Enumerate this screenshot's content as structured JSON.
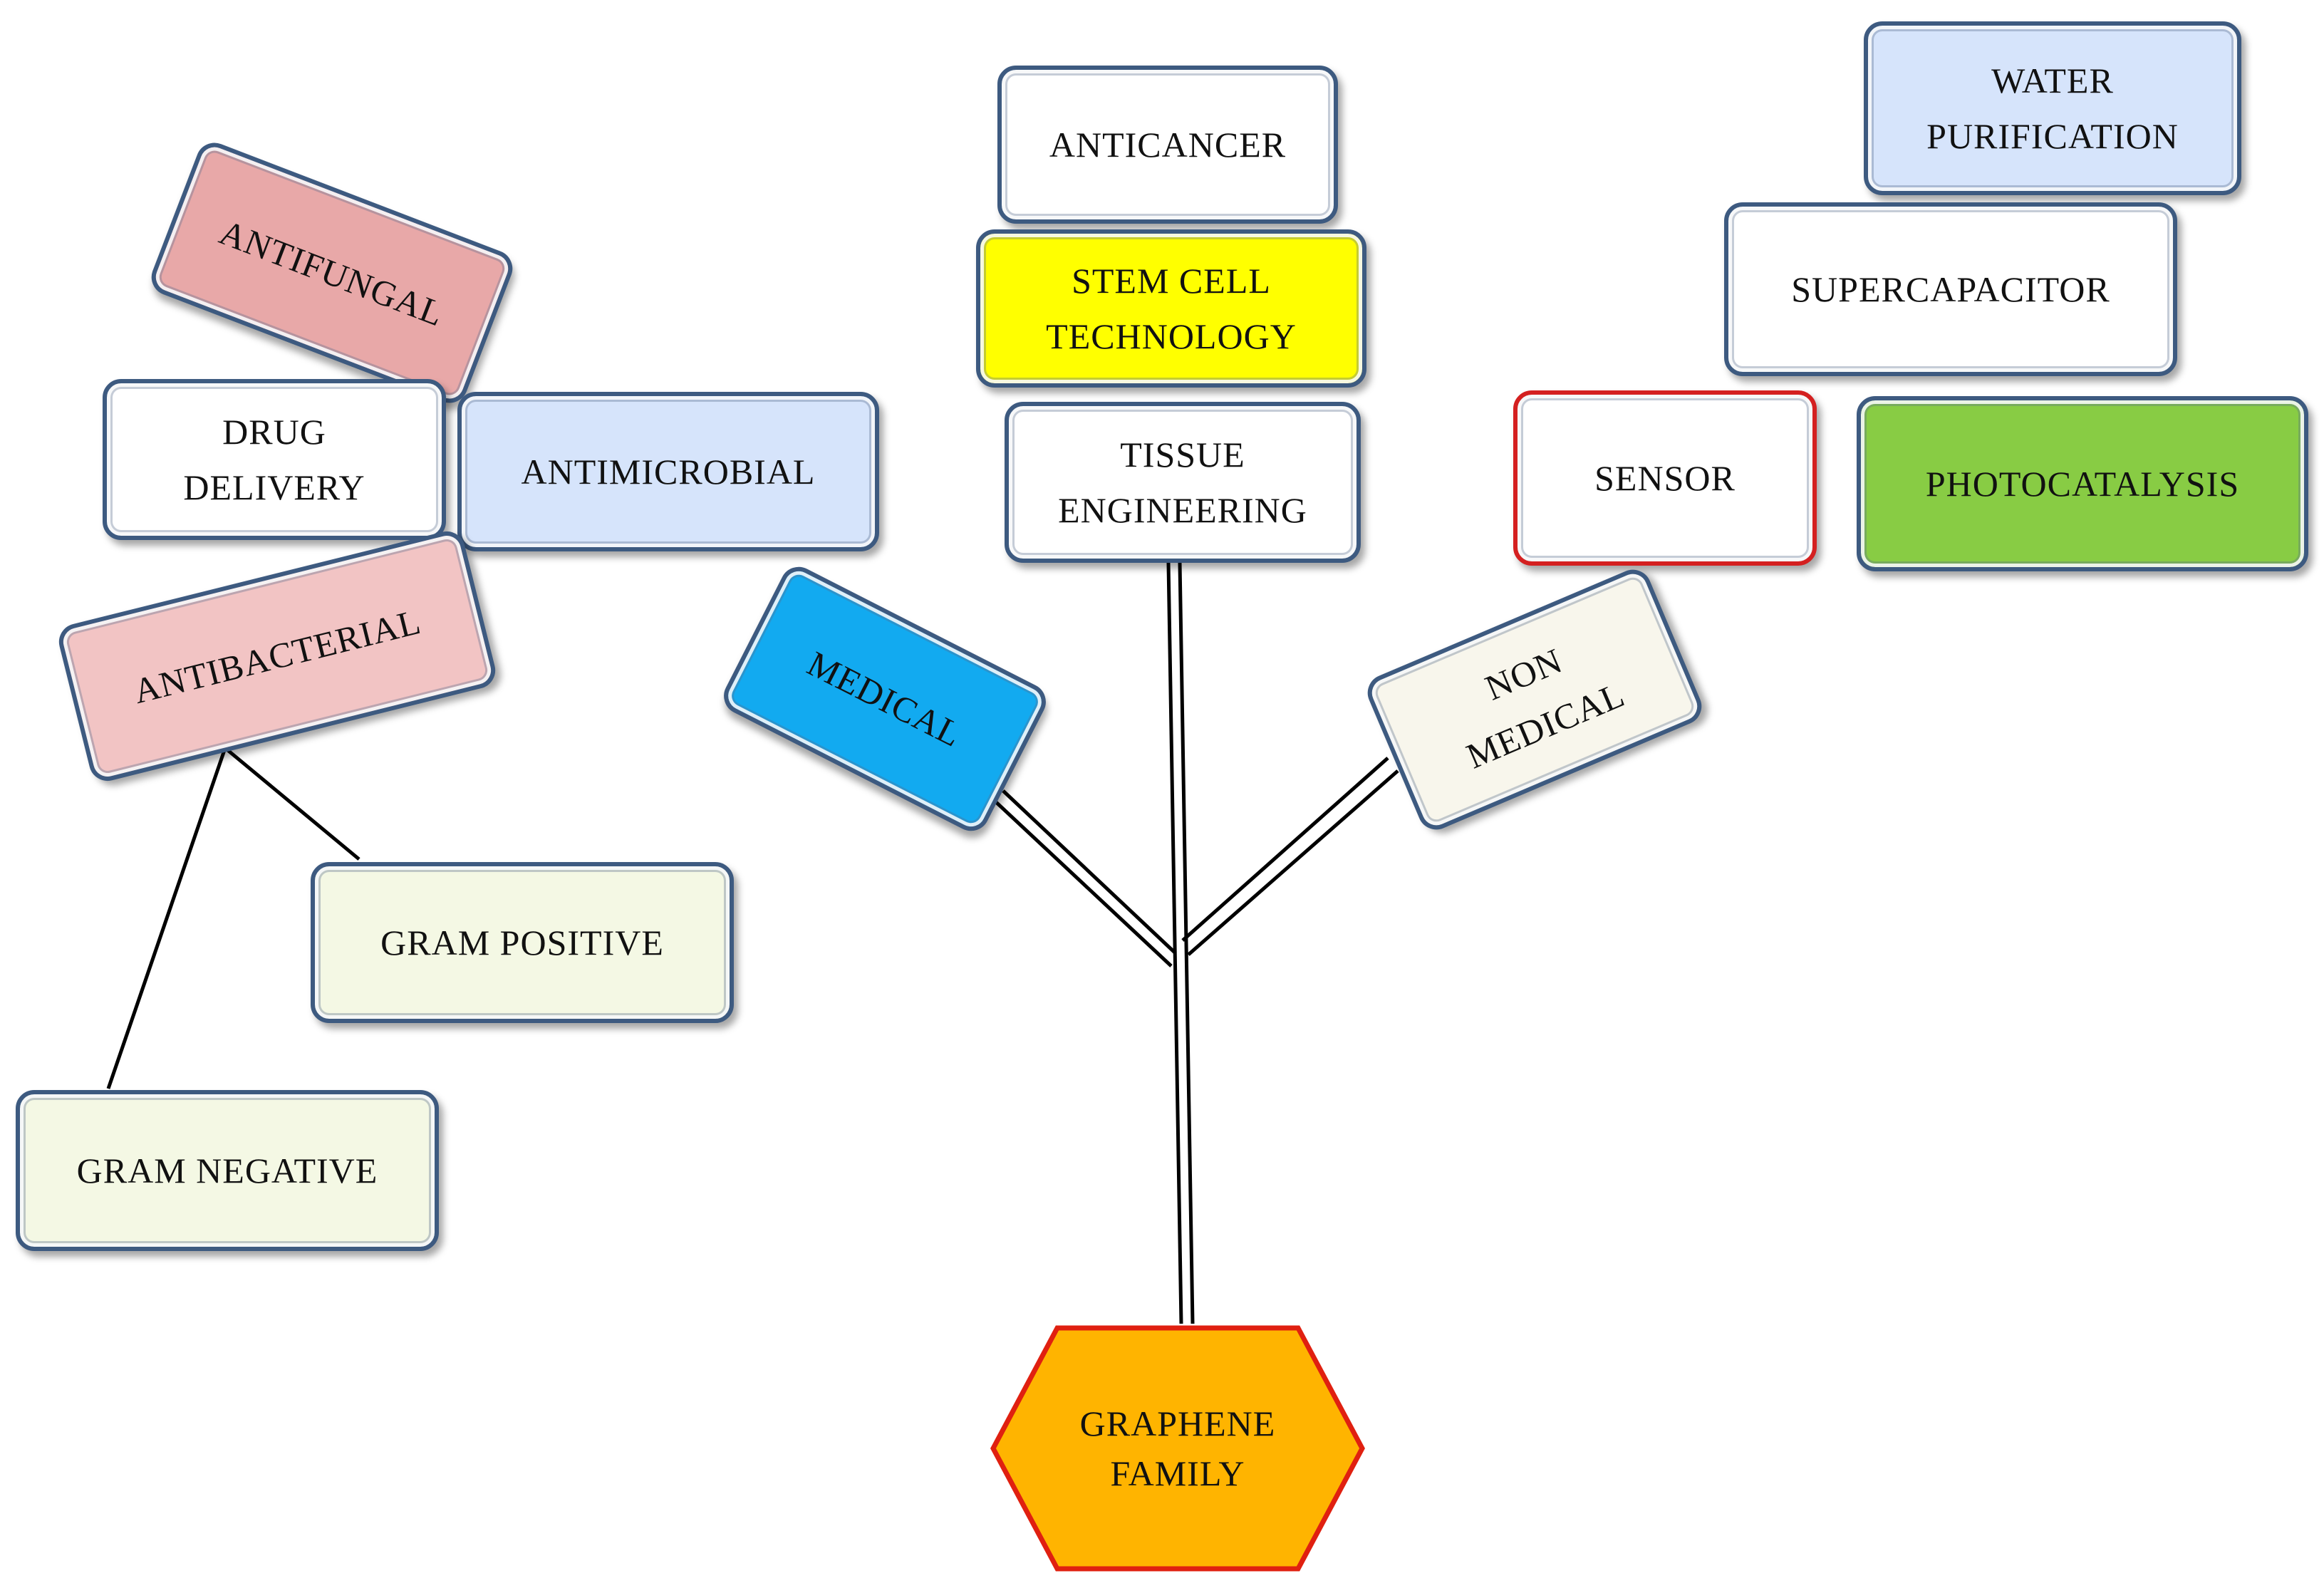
{
  "diagram": {
    "root": {
      "label": "GRAPHENE\nFAMILY",
      "fill": "#ffb400",
      "border": "#e02010"
    },
    "branches": {
      "medical": {
        "label": "MEDICAL",
        "fill": "#12aaf0"
      },
      "non_medical": {
        "label": "NON\nMEDICAL",
        "fill": "#f8f6ec"
      }
    },
    "medical_applications": {
      "anticancer": "ANTICANCER",
      "stem_cell": "STEM CELL\nTECHNOLOGY",
      "tissue": "TISSUE\nENGINEERING",
      "antifungal": "ANTIFUNGAL",
      "drug_delivery": "DRUG\nDELIVERY",
      "antimicrobial": "ANTIMICROBIAL",
      "antibacterial": "ANTIBACTERIAL",
      "gram_positive": "GRAM POSITIVE",
      "gram_negative": "GRAM NEGATIVE"
    },
    "non_medical_applications": {
      "water": "WATER\nPURIFICATION",
      "supercapacitor": "SUPERCAPACITOR",
      "sensor": "SENSOR",
      "photocatalysis": "PHOTOCATALYSIS"
    },
    "colors": {
      "stem_cell": "#ffff00",
      "photocatalysis": "#88cc44",
      "antifungal": "#e8a8a8",
      "antibacterial": "#f2c4c4",
      "antimicrobial": "#d6e4fb",
      "water": "#d6e4fb",
      "gram": "#f4f8e4",
      "sensor_border": "#d42020",
      "box_border": "#3d5a80"
    }
  }
}
